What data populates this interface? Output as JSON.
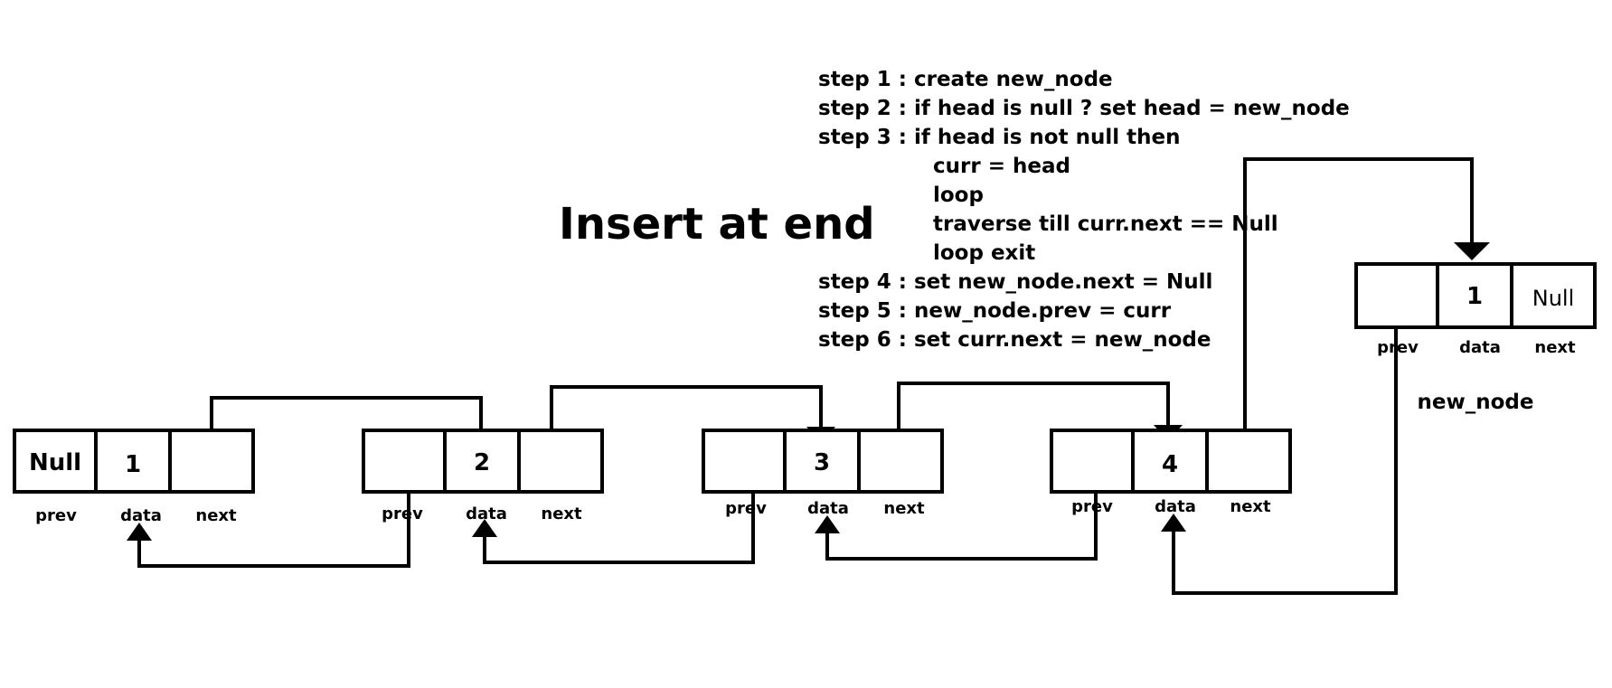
{
  "title": "Insert at end",
  "steps": [
    "step 1 : create new_node",
    "step 2 : if head is null ? set head = new_node",
    "step 3 : if head is not null then",
    "curr = head",
    "loop",
    "traverse till curr.next == Null",
    "loop exit",
    "step 4 : set new_node.next = Null",
    "step 5 : new_node.prev = curr",
    "step 6 :  set curr.next  =  new_node"
  ],
  "field_labels": {
    "prev": "prev",
    "data": "data",
    "next": "next"
  },
  "nodes": [
    {
      "prev": "Null",
      "data": "1",
      "next": ""
    },
    {
      "prev": "",
      "data": "2",
      "next": ""
    },
    {
      "prev": "",
      "data": "3",
      "next": ""
    },
    {
      "prev": "",
      "data": "4",
      "next": ""
    }
  ],
  "new_node": {
    "prev": "",
    "data": "1",
    "next": "Null",
    "caption": "new_node"
  }
}
